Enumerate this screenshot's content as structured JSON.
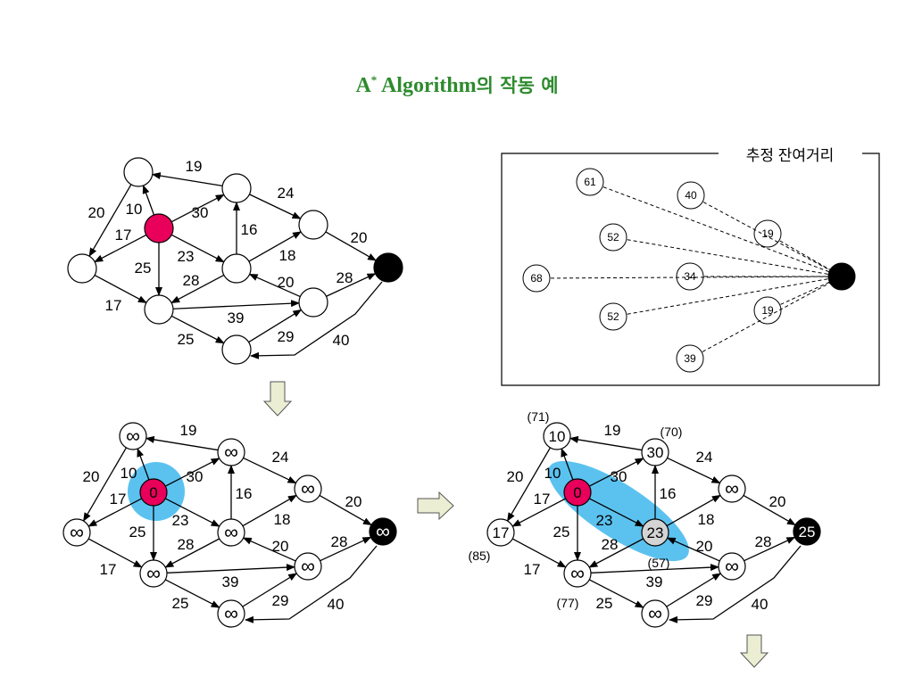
{
  "title": {
    "main": "A",
    "sup": "*",
    "rest": " Algorithm",
    "korean": "의 작동 예"
  },
  "heuristic_box_label": "추정 잔여거리",
  "heuristic_values": [
    "61",
    "40",
    "52",
    "19",
    "68",
    "34",
    "52",
    "19",
    "39"
  ],
  "top_graph_edge_weights": [
    "19",
    "24",
    "20",
    "10",
    "30",
    "16",
    "20",
    "17",
    "23",
    "18",
    "25",
    "28",
    "20",
    "28",
    "17",
    "39",
    "29",
    "25",
    "40"
  ],
  "step1": {
    "node_values": [
      "∞",
      "∞",
      "∞",
      "0",
      "∞",
      "∞",
      "∞",
      "∞",
      "∞",
      "∞",
      "∞"
    ],
    "edge_weights": [
      "19",
      "24",
      "20",
      "10",
      "30",
      "16",
      "20",
      "17",
      "23",
      "18",
      "25",
      "28",
      "20",
      "28",
      "17",
      "39",
      "29",
      "25",
      "40"
    ]
  },
  "step2": {
    "node_values": [
      "10",
      "30",
      "∞",
      "0",
      "17",
      "23",
      "25",
      "∞",
      "∞",
      "∞",
      "∞"
    ],
    "f_values": [
      "(71)",
      "(70)",
      "(85)",
      "(57)",
      "(77)"
    ],
    "edge_weights": [
      "19",
      "24",
      "20",
      "10",
      "30",
      "16",
      "20",
      "17",
      "23",
      "18",
      "25",
      "28",
      "20",
      "28",
      "17",
      "39",
      "29",
      "25",
      "40"
    ]
  }
}
